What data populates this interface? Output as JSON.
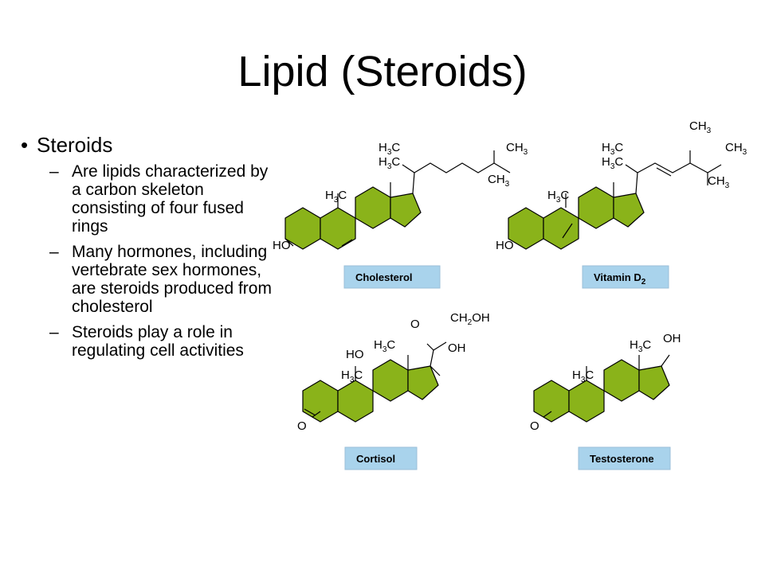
{
  "slide": {
    "title": "Lipid (Steroids)",
    "bullet": {
      "symbol": "•",
      "text": "Steroids",
      "sub_symbol": "–",
      "subitems": [
        "Are lipids characterized by a carbon skeleton consisting of four fused rings",
        "Many hormones, including vertebrate sex hormones, are steroids produced from cholesterol",
        "Steroids play a role in regulating cell activities"
      ]
    }
  },
  "figure": {
    "ring_color": "#8ab31a",
    "label_color": "#a9d3ec",
    "molecules": [
      {
        "name": "Cholesterol"
      },
      {
        "name": "Vitamin D",
        "name_sub": "2"
      },
      {
        "name": "Cortisol"
      },
      {
        "name": "Testosterone"
      }
    ],
    "groups": {
      "h": "H",
      "three": "3",
      "c": "C",
      "ch": "CH",
      "ho": "HO",
      "oh": "OH",
      "o": "O",
      "ch2oh_a": "CH",
      "ch2oh_two": "2",
      "ch2oh_b": "OH"
    }
  }
}
